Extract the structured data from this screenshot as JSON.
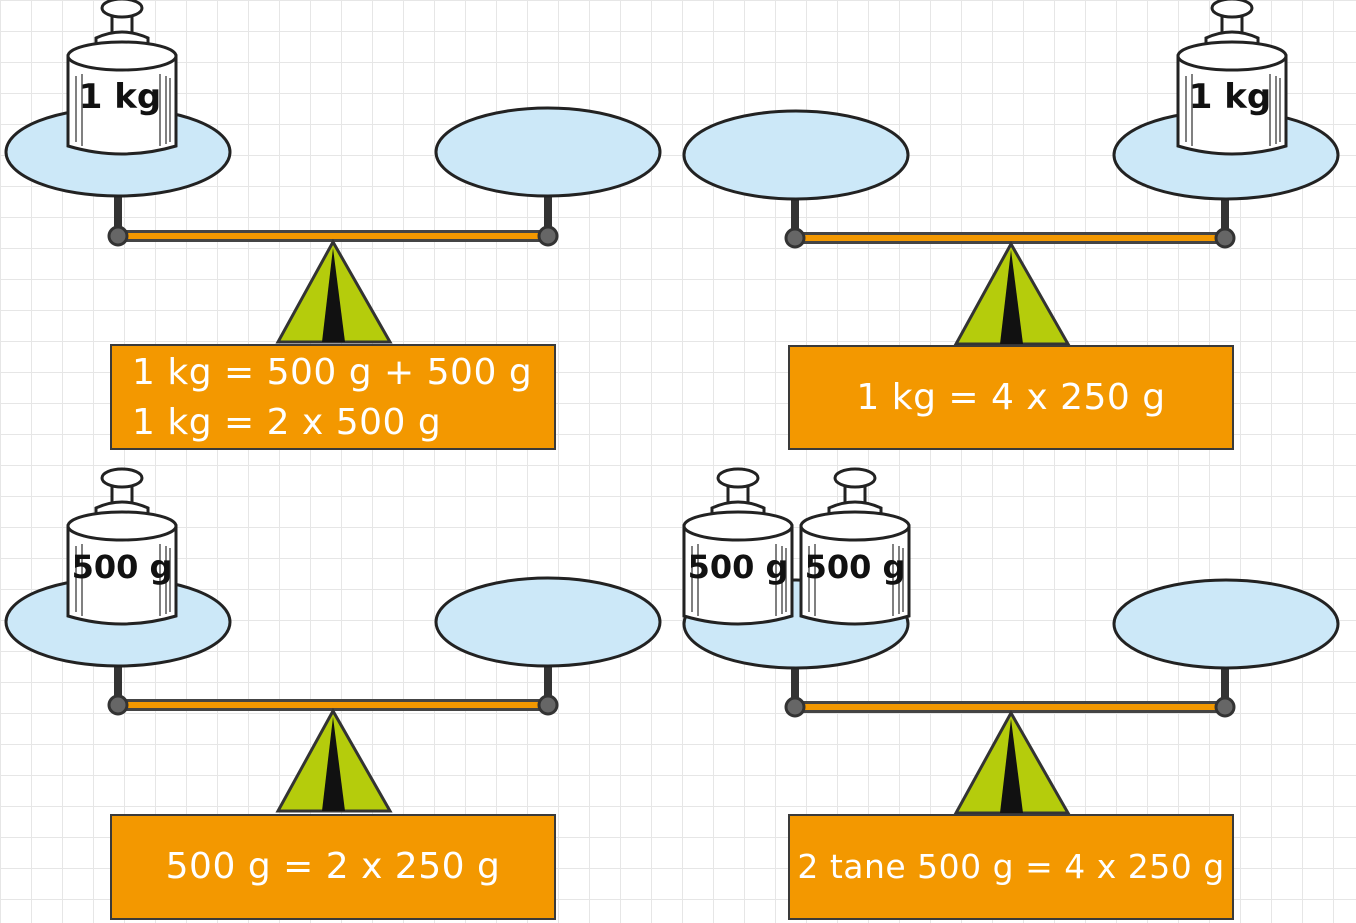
{
  "colors": {
    "pan": "#cce8f8",
    "beam": "#f39800",
    "fulcrum": "#b5cc0c",
    "caption_bg": "#f39800",
    "caption_text": "#ffffff"
  },
  "weight_labels": {
    "one_kg": "1 kg",
    "five_hundred_g": "500 g"
  },
  "captions": {
    "top_left": [
      "1 kg = 500 g + 500 g",
      "1 kg = 2 x 500 g"
    ],
    "top_right": "1 kg = 4 x 250 g",
    "bottom_left": "500 g = 2 x 250 g",
    "bottom_right": "2 tane 500 g = 4 x 250 g"
  }
}
